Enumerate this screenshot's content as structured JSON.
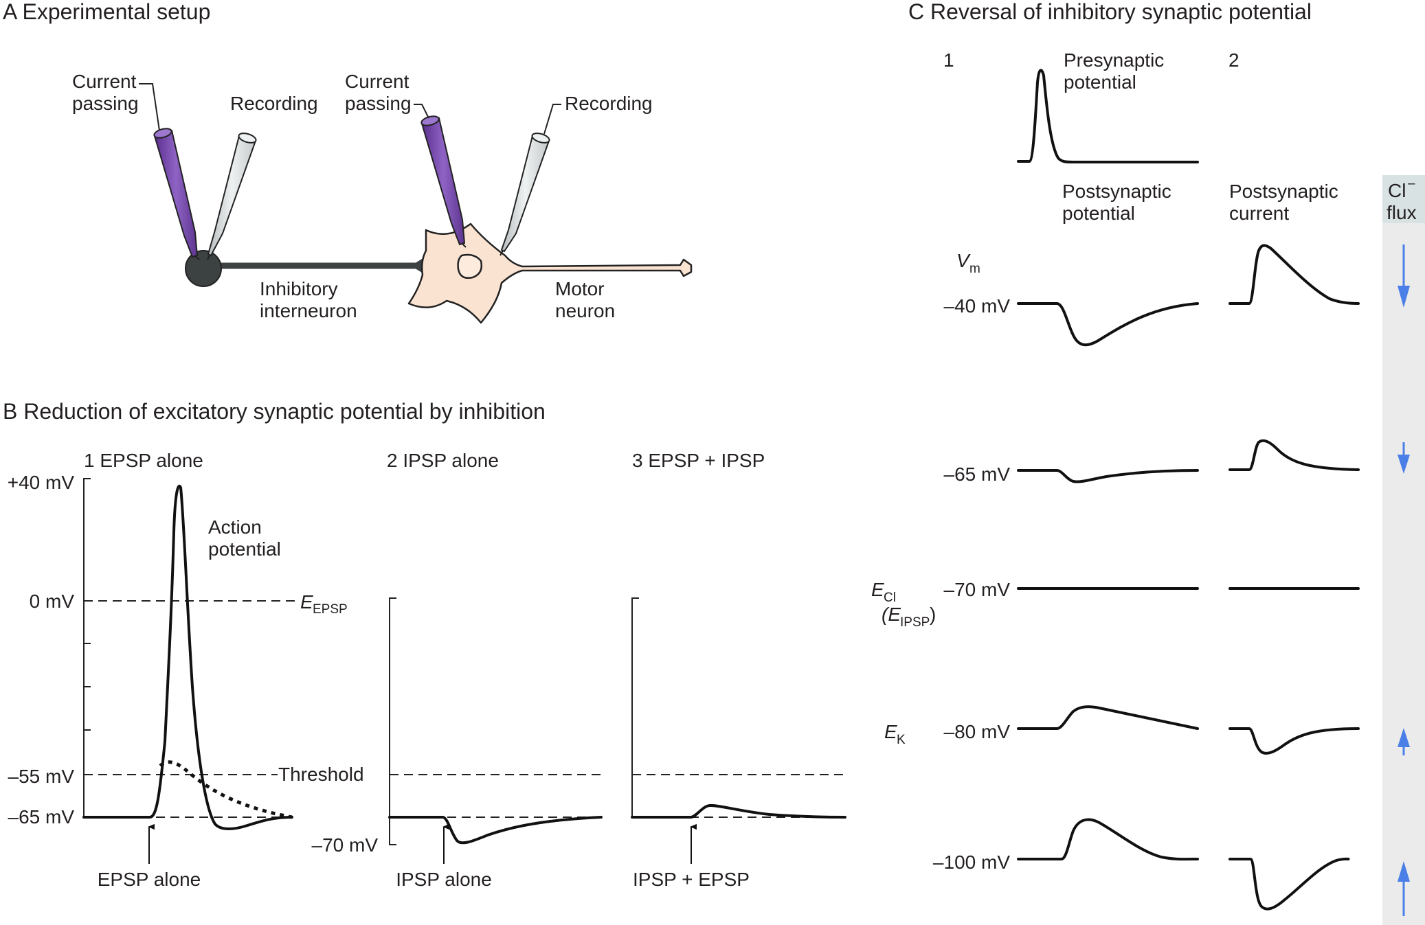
{
  "panel_a": {
    "title": "A  Experimental setup",
    "labels": {
      "cp1a": "Current",
      "cp1b": "passing",
      "rec1": "Recording",
      "cp2a": "Current",
      "cp2b": "passing",
      "rec2": "Recording",
      "inter1": "Inhibitory",
      "inter2": "interneuron",
      "motor1": "Motor",
      "motor2": "neuron"
    },
    "colors": {
      "current_electrode": "#7a4fb0",
      "recording_electrode": "#dfe3e4",
      "interneuron": "#3c4142",
      "motor_neuron": "#fbe3d2"
    }
  },
  "panel_b": {
    "title": "B  Reduction of excitatory synaptic potential by inhibition",
    "sub1": "1  EPSP alone",
    "sub2": "2  IPSP alone",
    "sub3": "3  EPSP + IPSP",
    "v_p40": "+40 mV",
    "v_0": "0 mV",
    "v_m55": "–55 mV",
    "v_m65": "–65 mV",
    "v_m70": "–70 mV",
    "e_epsp": "E",
    "e_epsp_sub": "EPSP",
    "threshold": "Threshold",
    "ap1": "Action",
    "ap2": "potential",
    "arrow1": "EPSP alone",
    "arrow2": "IPSP alone",
    "arrow3": "IPSP + EPSP"
  },
  "panel_c": {
    "title": "C  Reversal of inhibitory synaptic potential",
    "col1": "1",
    "col2": "2",
    "pre1": "Presynaptic",
    "pre2": "potential",
    "post_pot1": "Postsynaptic",
    "post_pot2": "potential",
    "post_cur1": "Postsynaptic",
    "post_cur2": "current",
    "flux1": "Cl",
    "flux_sup": "–",
    "flux2": "flux",
    "vm": "V",
    "vm_sub": "m",
    "ecl": "E",
    "ecl_sub": "Cl",
    "eipsp_open": "(E",
    "eipsp_sub": "IPSP",
    "eipsp_close": ")",
    "ek": "E",
    "ek_sub": "K",
    "levels": [
      "–40 mV",
      "–65 mV",
      "–70 mV",
      "–80 mV",
      "–100 mV"
    ],
    "flux_bar_color": "#ebebeb",
    "flux_arrow_color": "#4a7fe8"
  }
}
